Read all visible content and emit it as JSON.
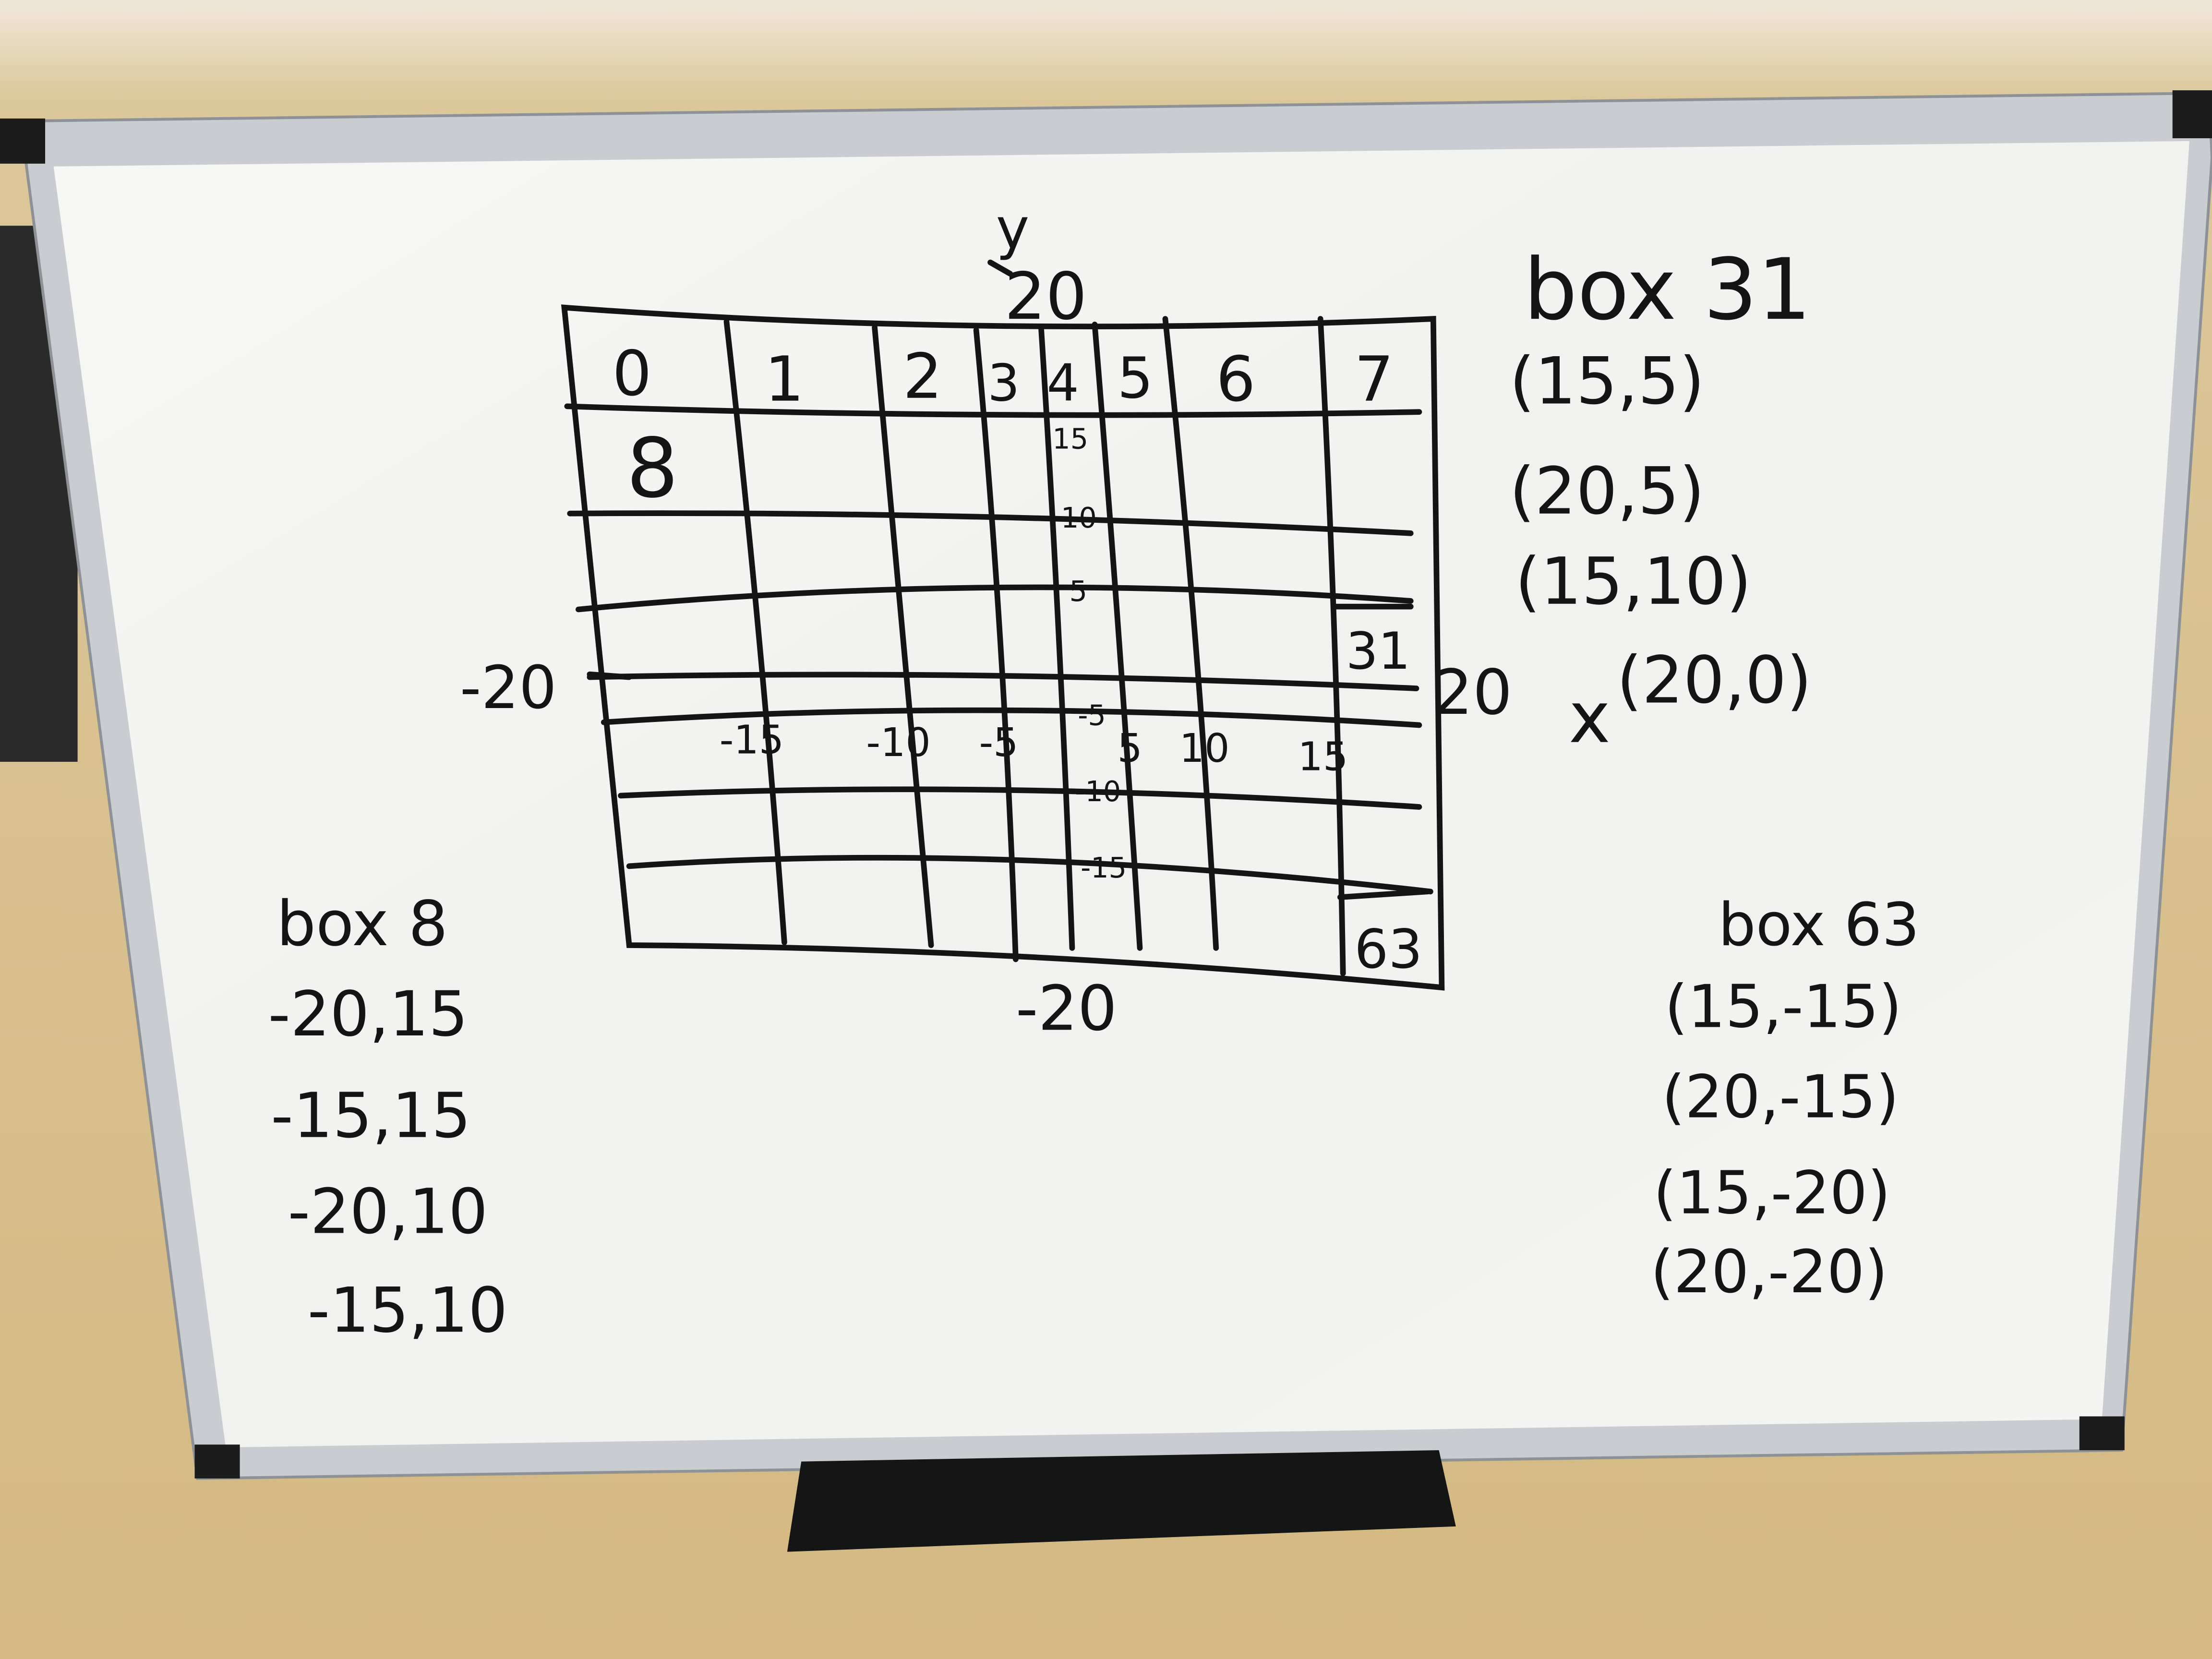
{
  "colors": {
    "wall": "#d9c28f",
    "board": "#f4f4f2",
    "frame": "#c9ccd0",
    "ink": "#141414",
    "tray": "#151515"
  },
  "grid": {
    "column_numbers": [
      "0",
      "1",
      "2",
      "3",
      "4",
      "5",
      "6",
      "7"
    ],
    "row_start_label": "8",
    "box_31_label": "31",
    "box_63_label": "63",
    "axis_y_label": "y",
    "axis_x_label": "x",
    "axis_top": "20",
    "axis_bottom": "-20",
    "axis_left": "-20",
    "axis_right": "20",
    "x_ticks": [
      "-15",
      "-10",
      "-5",
      "5",
      "10",
      "15"
    ],
    "y_ticks_upper": [
      "15",
      "10",
      "5"
    ],
    "y_ticks_lower": [
      "-5",
      "-10",
      "-15"
    ]
  },
  "notes": {
    "box31": {
      "title": "box 31",
      "coords": [
        "(15,5)",
        "(20,5)",
        "(15,10)",
        "(20,0)"
      ]
    },
    "box8": {
      "title": "box 8",
      "coords": [
        "-20,15",
        "-15,15",
        "-20,10",
        "-15,10"
      ]
    },
    "box63": {
      "title": "box 63",
      "coords": [
        "(15,-15)",
        "(20,-15)",
        "(15,-20)",
        "(20,-20)"
      ]
    }
  }
}
